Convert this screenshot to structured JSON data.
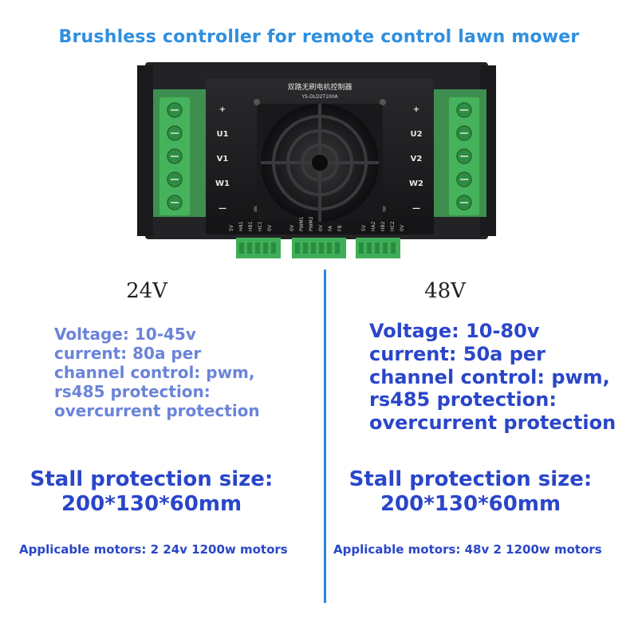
{
  "title": "Brushless controller for remote control lawn mower",
  "colors": {
    "title": "#2f8fe0",
    "divider": "#2d86d6",
    "spec_light": "#6b84d9",
    "spec_dark": "#2a46c9",
    "terminal_green": "#3fae58",
    "housing": "#1c1c1e"
  },
  "product": {
    "chinese_label": "双路无刷电机控制器",
    "model": "YS-DLD2T100A",
    "left_terminals": [
      "+",
      "U1",
      "V1",
      "W1",
      "—"
    ],
    "right_terminals": [
      "+",
      "U2",
      "V2",
      "W2",
      "—"
    ],
    "bottom_labels_left": [
      "5V",
      "HA1",
      "HB1",
      "HC1",
      "0V"
    ],
    "bottom_labels_mid": [
      "0V",
      "PWM1",
      "PWM2",
      "0V",
      "FA",
      "FB"
    ],
    "bottom_labels_right": [
      "5V",
      "HA2",
      "HB2",
      "HC2",
      "0V"
    ]
  },
  "left": {
    "voltage_head": "24V",
    "spec_lines": [
      "Voltage: 10-45v",
      "current: 80a per",
      "channel control: pwm,",
      "rs485 protection:",
      "overcurrent protection"
    ],
    "stall_lines": [
      "Stall protection size:",
      "200*130*60mm"
    ],
    "motors": "Applicable motors: 2 24v 1200w motors"
  },
  "right": {
    "voltage_head": "48V",
    "spec_lines": [
      "Voltage: 10-80v",
      "current: 50a per",
      "channel control: pwm,",
      "rs485 protection:",
      "overcurrent protection"
    ],
    "stall_lines": [
      "Stall protection size:",
      "200*130*60mm"
    ],
    "motors": "Applicable motors: 48v 2 1200w motors"
  }
}
